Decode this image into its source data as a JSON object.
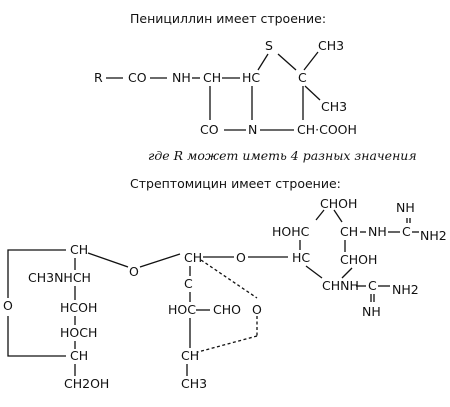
{
  "penicillin": {
    "title": "Пенициллин имеет строение:",
    "S": "S",
    "CH3_top": "CH3",
    "R": "R",
    "CO_left": "CO",
    "NH": "NH",
    "CH_left": "CH",
    "HC": "HC",
    "C_q": "C",
    "CH3_mid": "CH3",
    "CO_bot": "CO",
    "N": "N",
    "CH_COOH": "CH·COOH",
    "note": "где R может иметь 4 разных значения"
  },
  "streptomycin": {
    "title": "Стрептомицин имеет строение:",
    "left_ring": {
      "CH_top": "CH",
      "CH3NHCH": "CH3NHCH",
      "O_ring": "O",
      "HCOH": "HCOH",
      "HOCH": "HOCH",
      "CH_mid": "CH",
      "CH2OH": "CH2OH"
    },
    "O_bridge_1": "O",
    "middle_ring": {
      "CH_top": "CH",
      "C": "C",
      "HOC": "HOC",
      "CHO": "CHO",
      "O_ring": "O",
      "CH": "CH",
      "CH3": "CH3"
    },
    "O_bridge_2": "O",
    "right_ring": {
      "CHOH_top": "CHOH",
      "HOHC": "HOHC",
      "HC": "HC",
      "CH_NH": "CH",
      "NH_1": "NH",
      "C_1": "C",
      "NH_up": "NH",
      "NH2_1": "NH2",
      "CHOH_right": "CHOH",
      "CHNH": "CHNH",
      "C_2": "C",
      "NH2_2": "NH2",
      "NH_down": "NH"
    }
  }
}
